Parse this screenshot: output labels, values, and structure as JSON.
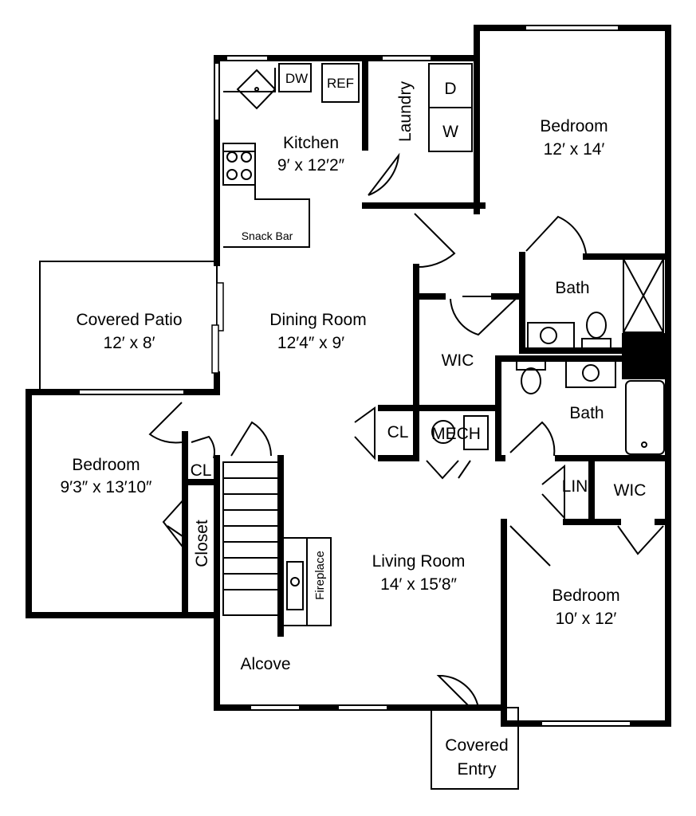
{
  "rooms": {
    "kitchen": {
      "name": "Kitchen",
      "size": "9′ x 12′2″"
    },
    "dw": "DW",
    "ref": "REF",
    "laundry": "Laundry",
    "dryer": "D",
    "washer": "W",
    "bedroom_ne": {
      "name": "Bedroom",
      "size": "12′ x 14′"
    },
    "snack_bar": "Snack Bar",
    "patio": {
      "name": "Covered Patio",
      "size": "12′ x 8′"
    },
    "dining": {
      "name": "Dining Room",
      "size": "12′4″ x 9′"
    },
    "bath_1": "Bath",
    "wic_1": "WIC",
    "bath_2": "Bath",
    "cl_1": "CL",
    "mech": "MECH",
    "bedroom_w": {
      "name": "Bedroom",
      "size": "9′3″ x 13′10″"
    },
    "cl_2": "CL",
    "closet": "Closet",
    "fireplace": "Fireplace",
    "lin": "LIN",
    "wic_2": "WIC",
    "living": {
      "name": "Living Room",
      "size": "14′ x 15′8″"
    },
    "bedroom_se": {
      "name": "Bedroom",
      "size": "10′ x 12′"
    },
    "alcove": "Alcove",
    "entry": {
      "line1": "Covered",
      "line2": "Entry"
    }
  }
}
